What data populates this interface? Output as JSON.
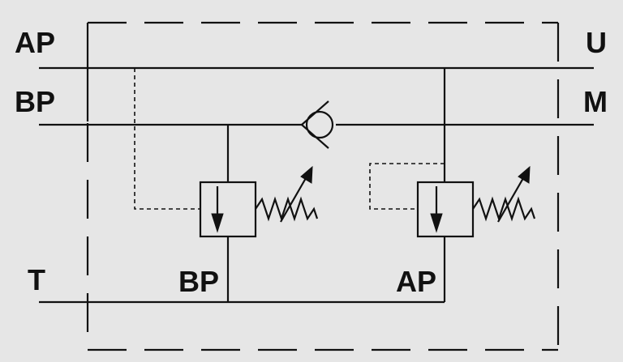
{
  "labels": {
    "left_top": "AP",
    "left_second": "BP",
    "left_bottom": "T",
    "right_top": "U",
    "right_second": "M",
    "valve_left_port": "BP",
    "valve_right_port": "AP"
  },
  "colors": {
    "background": "#e6e6e6",
    "line": "#111111"
  }
}
